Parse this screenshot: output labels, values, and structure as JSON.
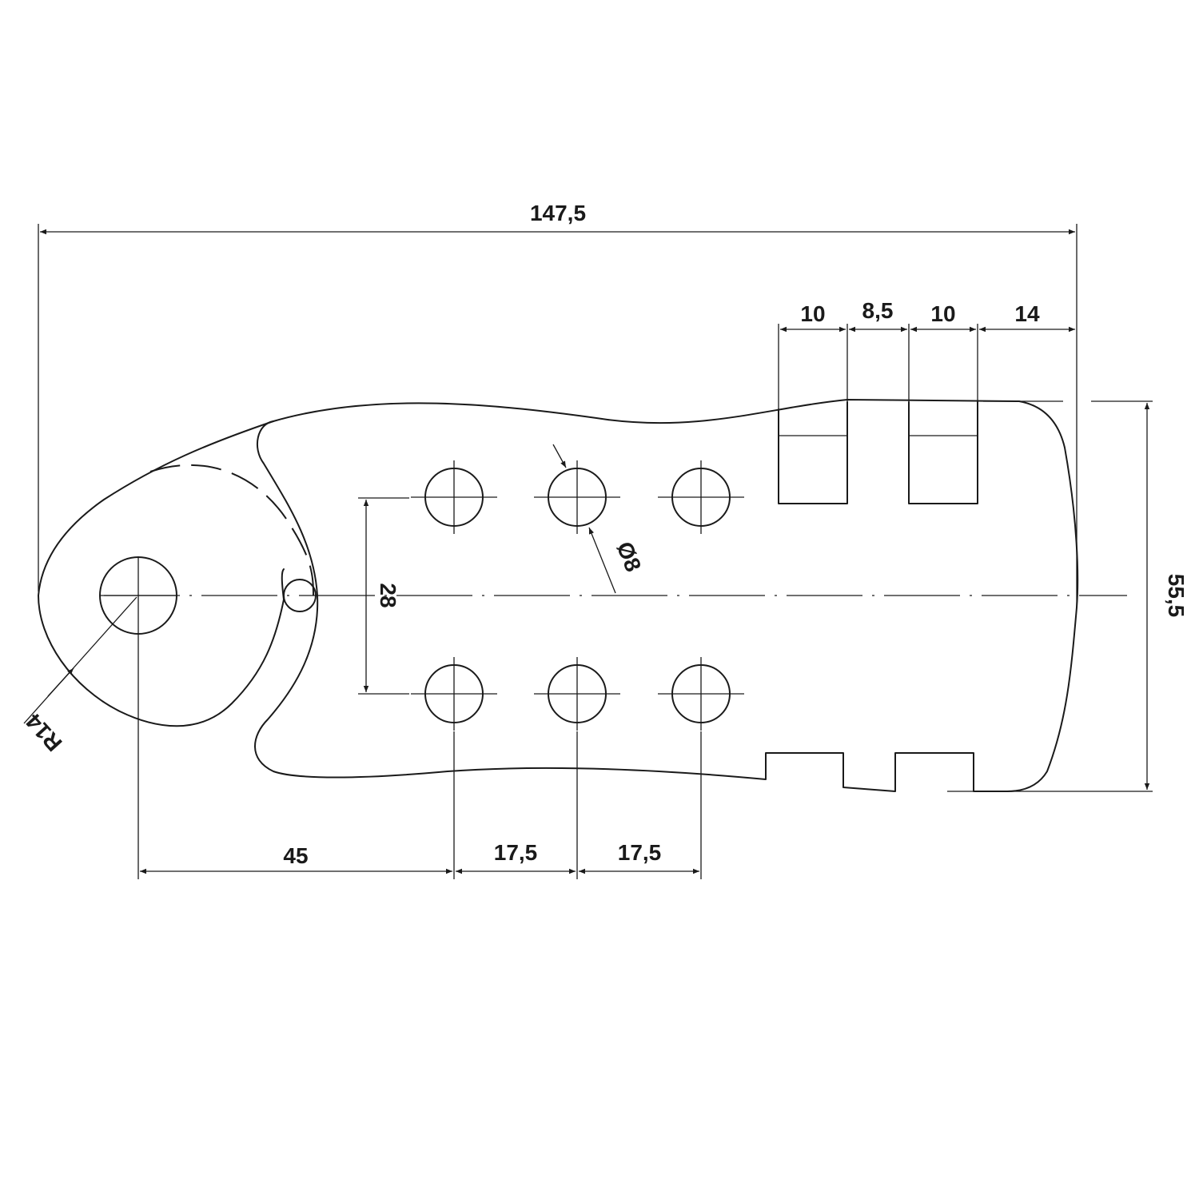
{
  "colors": {
    "line": "#1a1a1a",
    "background": "#ffffff"
  },
  "dimensions": {
    "overall_length": "147,5",
    "slot_width_1": "10",
    "slot_gap": "8,5",
    "slot_width_2": "10",
    "slot_end_offset": "14",
    "overall_height": "55,5",
    "hole_row_spacing": "28",
    "hole_diameter": "Ø8",
    "pivot_radius": "R14",
    "pivot_to_holes": "45",
    "hole_pitch_1": "17,5",
    "hole_pitch_2": "17,5"
  }
}
